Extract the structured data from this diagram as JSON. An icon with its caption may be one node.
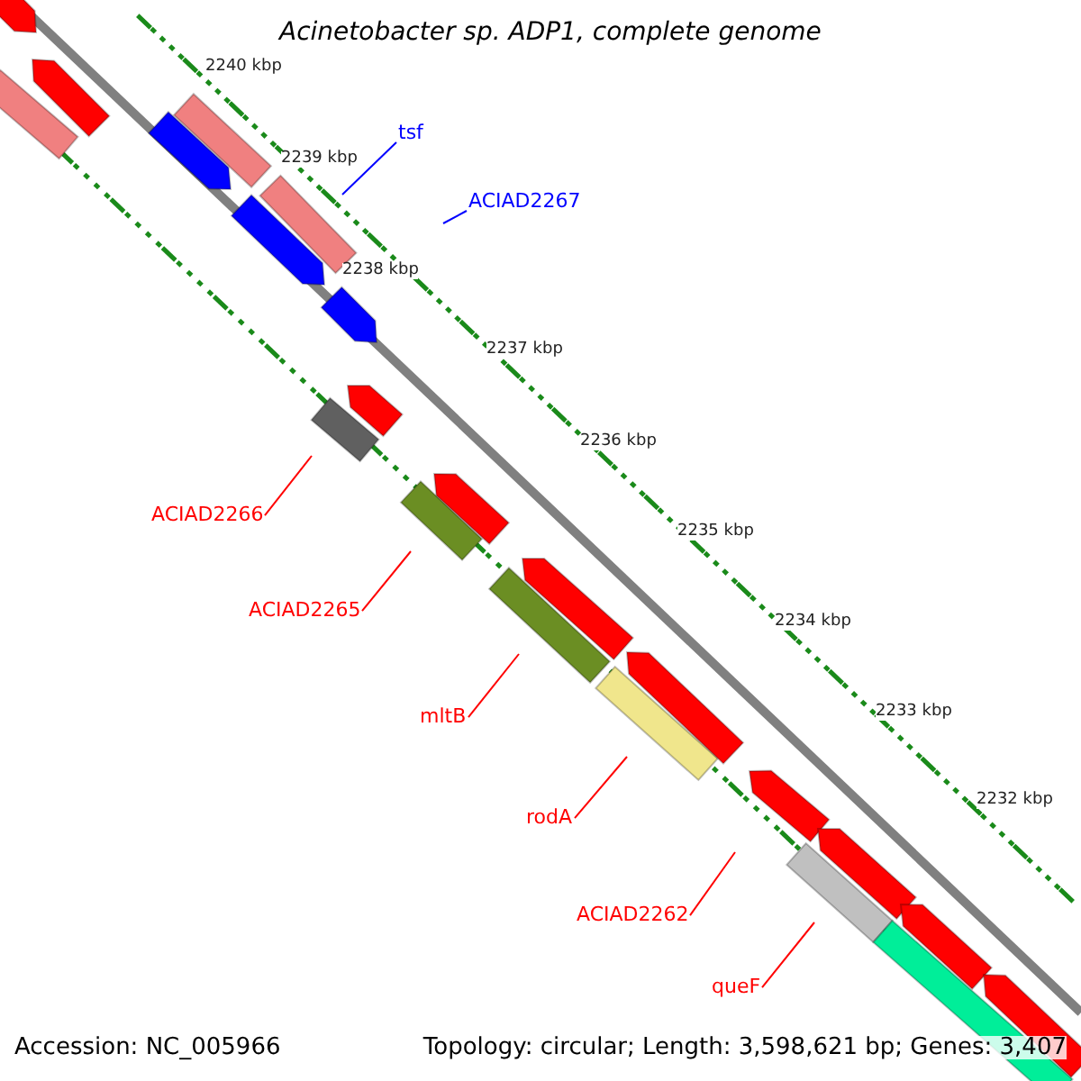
{
  "diagram": {
    "title": "Acinetobacter sp. ADP1, complete genome",
    "nodes": [
      {
        "text": [
          "tsf"
        ]
      },
      {
        "text": [
          "ACIAD2267"
        ]
      },
      {
        "text": [
          "ACIAD2266"
        ]
      },
      {
        "text": [
          "ACIAD2265"
        ]
      },
      {
        "text": [
          "mltB"
        ]
      },
      {
        "text": [
          "rodA"
        ]
      },
      {
        "text": [
          "ACIAD2262"
        ]
      },
      {
        "text": [
          "queF"
        ]
      }
    ],
    "edges": [
      {
        "from": 0,
        "to": null,
        "arrow": "none",
        "color": "#0000ff"
      },
      {
        "from": 1,
        "to": null,
        "arrow": "none",
        "color": "#0000ff"
      },
      {
        "from": 2,
        "to": null,
        "arrow": "none"
      },
      {
        "from": 3,
        "to": null,
        "arrow": "none"
      },
      {
        "from": 4,
        "to": null,
        "arrow": "none"
      },
      {
        "from": 5,
        "to": null,
        "arrow": "none"
      },
      {
        "from": 6,
        "to": null,
        "arrow": "none"
      },
      {
        "from": 7,
        "to": null,
        "arrow": "none"
      }
    ],
    "labels": [
      "2240 kbp",
      "2239 kbp",
      "2238 kbp",
      "2237 kbp",
      "2236 kbp",
      "2235 kbp",
      "2234 kbp",
      "2233 kbp",
      "2232 kbp",
      "Accession: NC_005966",
      "Topology: circular; Length: 3,598,621 bp; Genes: 3,407"
    ]
  }
}
